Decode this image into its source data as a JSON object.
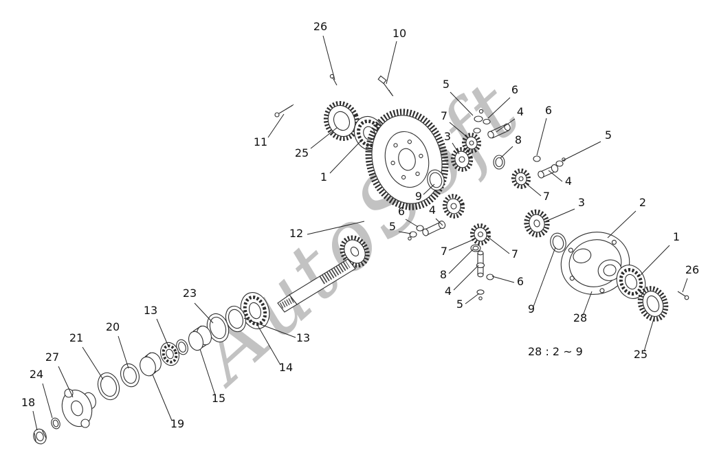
{
  "figure": {
    "watermark": "AutoSoft",
    "note": "28 : 2 ~ 9",
    "callouts": [
      {
        "label": "26"
      },
      {
        "label": "10"
      },
      {
        "label": "11"
      },
      {
        "label": "25"
      },
      {
        "label": "1"
      },
      {
        "label": "5"
      },
      {
        "label": "6"
      },
      {
        "label": "7"
      },
      {
        "label": "4"
      },
      {
        "label": "3"
      },
      {
        "label": "8"
      },
      {
        "label": "6"
      },
      {
        "label": "5"
      },
      {
        "label": "4"
      },
      {
        "label": "7"
      },
      {
        "label": "9"
      },
      {
        "label": "3"
      },
      {
        "label": "2"
      },
      {
        "label": "12"
      },
      {
        "label": "6"
      },
      {
        "label": "4"
      },
      {
        "label": "5"
      },
      {
        "label": "7"
      },
      {
        "label": "7"
      },
      {
        "label": "8"
      },
      {
        "label": "4"
      },
      {
        "label": "6"
      },
      {
        "label": "5"
      },
      {
        "label": "9"
      },
      {
        "label": "1"
      },
      {
        "label": "26"
      },
      {
        "label": "28"
      },
      {
        "label": "25"
      },
      {
        "label": "13"
      },
      {
        "label": "23"
      },
      {
        "label": "13"
      },
      {
        "label": "14"
      },
      {
        "label": "20"
      },
      {
        "label": "21"
      },
      {
        "label": "27"
      },
      {
        "label": "24"
      },
      {
        "label": "18"
      },
      {
        "label": "15"
      },
      {
        "label": "19"
      }
    ]
  }
}
